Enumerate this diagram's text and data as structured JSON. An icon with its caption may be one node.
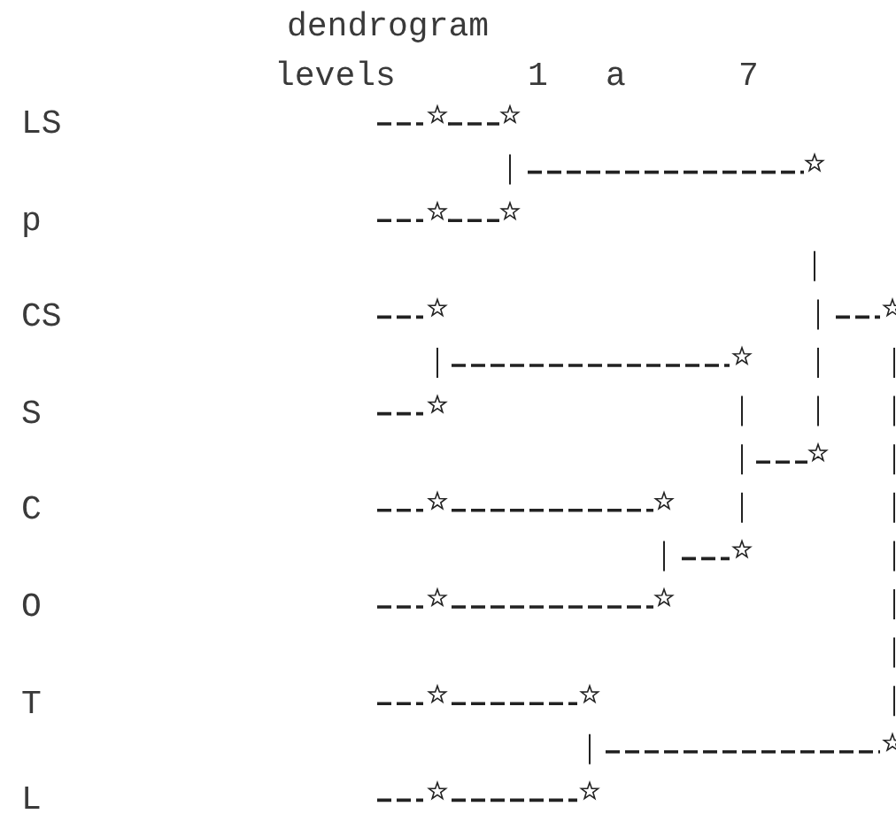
{
  "diagram": {
    "title": "dendrogram",
    "labels": [
      "levels",
      "1",
      "a",
      "7",
      "LS",
      "p",
      "CS",
      "S",
      "C",
      "O",
      "T",
      "L"
    ]
  }
}
